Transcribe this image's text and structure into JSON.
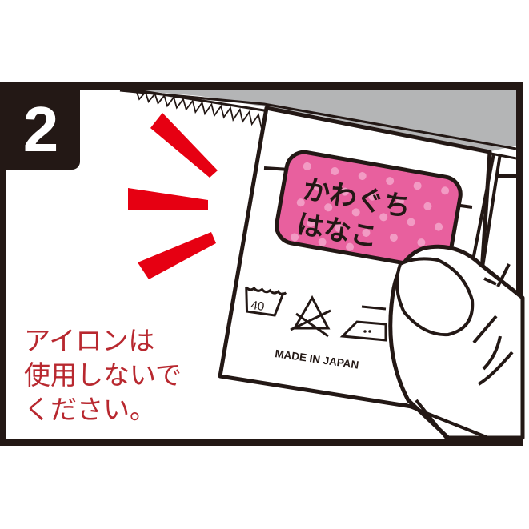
{
  "step": {
    "number": "2"
  },
  "caption": {
    "lines": [
      "アイロンは",
      "使用しないで",
      "ください。"
    ]
  },
  "name_label": {
    "line1": "かわぐち",
    "line2": "はなこ",
    "color": "#e8609e",
    "dot_color": "#f29bc4"
  },
  "care_tag": {
    "wash_temp": "40",
    "origin": "MADE IN JAPAN",
    "symbols": [
      "wash-40-icon",
      "no-bleach-icon",
      "iron-low-icon"
    ]
  },
  "colors": {
    "frame": "#231815",
    "accent_red": "#e60012",
    "caption_red": "#b8282f",
    "garment_gray": "#b4b5b6"
  }
}
